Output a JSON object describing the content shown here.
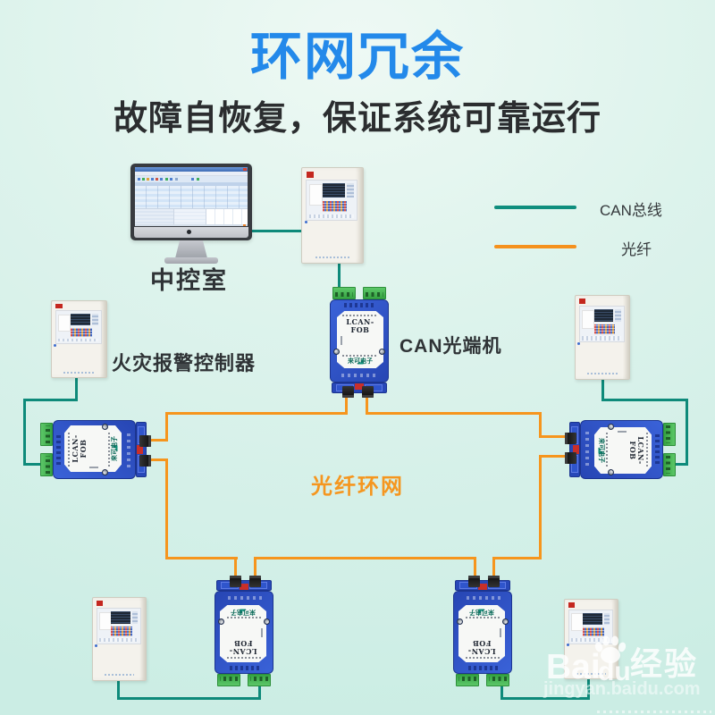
{
  "title": "环网冗余",
  "subtitle": "故障自恢复，保证系统可靠运行",
  "legend": {
    "items": [
      {
        "label": "CAN总线",
        "color": "#0e8a7a"
      },
      {
        "label": "光纤",
        "color": "#f6951d"
      }
    ]
  },
  "labels": {
    "control_room": "中控室",
    "fire_alarm_controller": "火灾报警控制器",
    "can_optical_transceiver": "CAN光端机",
    "fiber_ring": "光纤环网"
  },
  "device": {
    "model": "LCAN-FOB",
    "brand": "来可电子"
  },
  "watermark": {
    "bai": "Bai",
    "du": "du",
    "suffix": "经验",
    "url": "jingyan.baidu.com"
  },
  "colors": {
    "title_blue": "#2389ea",
    "can_bus_teal": "#0e8a7a",
    "fiber_orange": "#f6951d",
    "device_blue": "#2b4fc2",
    "panel_beige": "#f3f1ea",
    "background_mint": "#ddf3ec"
  }
}
